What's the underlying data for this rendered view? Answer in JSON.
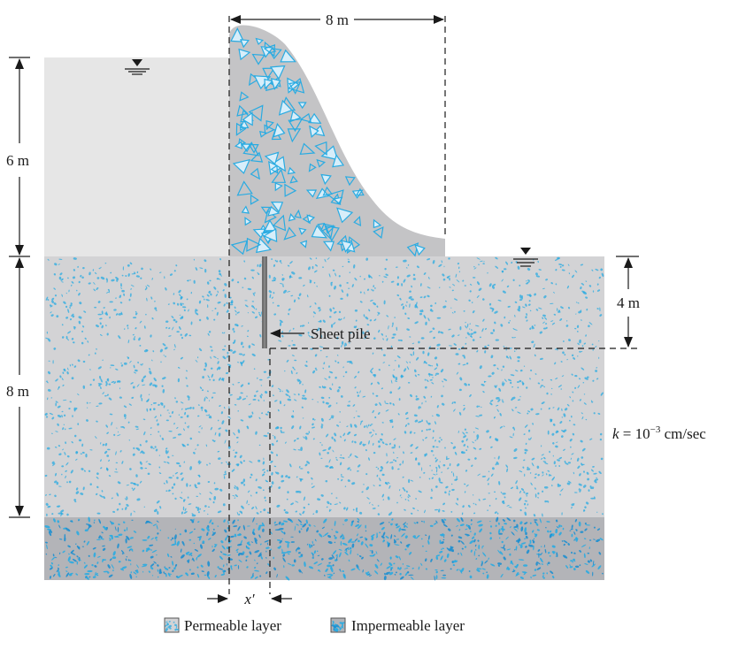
{
  "dimensions": {
    "dam_crest_width": "8 m",
    "upstream_water_depth": "6 m",
    "permeable_layer_thickness": "8 m",
    "sheet_pile_depth": "4 m",
    "pile_offset": "x′"
  },
  "labels": {
    "sheet_pile": "Sheet pile",
    "permeability_k": "k",
    "permeability_eq": " = 10",
    "permeability_exp": "−3",
    "permeability_unit": " cm/sec"
  },
  "legend": {
    "permeable": "Permeable layer",
    "impermeable": "Impermeable layer"
  },
  "colors": {
    "water": "#e6e6e6",
    "soil": "#d3d3d5",
    "impermeable": "#b3b4b8",
    "dam": "#c4c4c6",
    "speckle": "#29abe2",
    "pile": "#6f6f6f"
  }
}
